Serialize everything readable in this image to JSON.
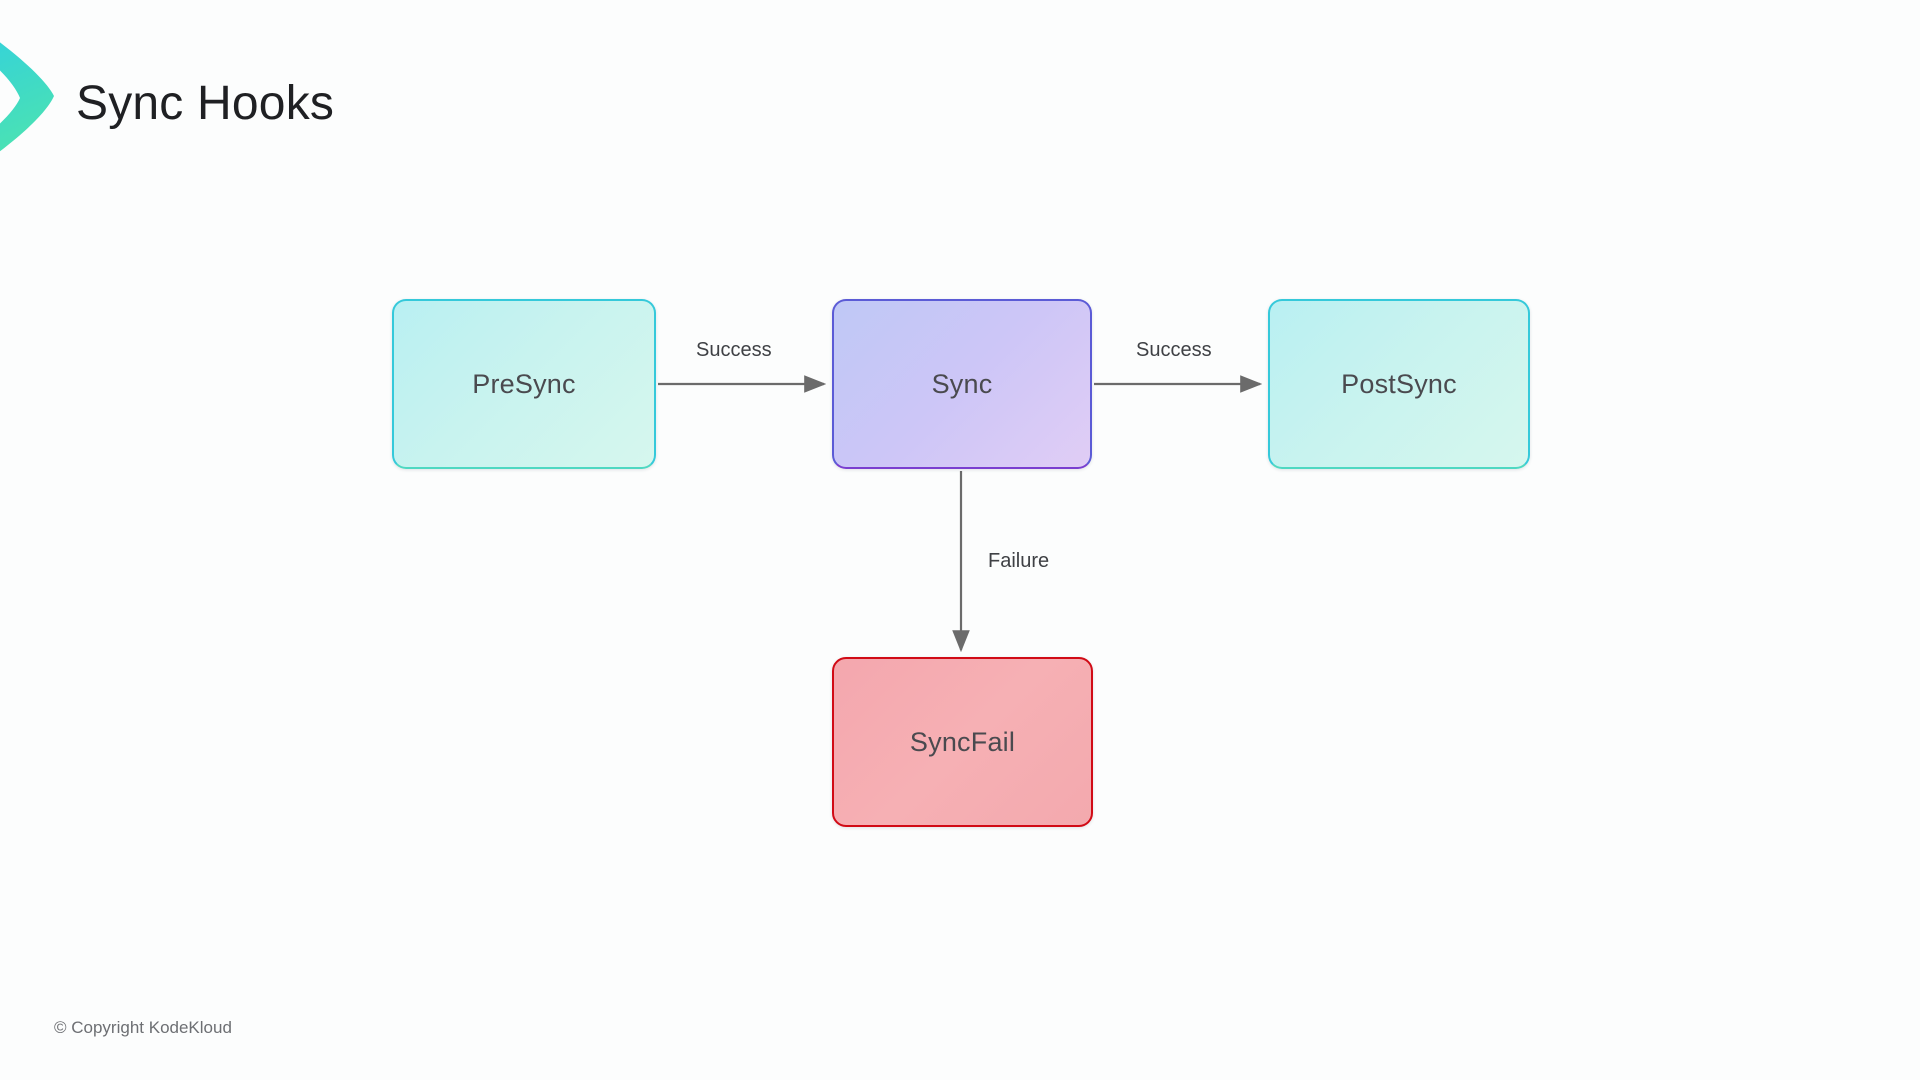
{
  "header": {
    "title": "Sync Hooks",
    "logo_icon": "chevron-logo-icon",
    "logo_gradient_start": "#35d2e8",
    "logo_gradient_end": "#45e0b5"
  },
  "diagram": {
    "type": "flowchart",
    "nodes": [
      {
        "id": "presync",
        "label": "PreSync",
        "fill": "#c9f3ef",
        "border": "#35c9da"
      },
      {
        "id": "sync",
        "label": "Sync",
        "fill": "#cdc9f6",
        "border": "#5b5bd6"
      },
      {
        "id": "postsync",
        "label": "PostSync",
        "fill": "#c9f3ef",
        "border": "#35c9da"
      },
      {
        "id": "syncfail",
        "label": "SyncFail",
        "fill": "#f4abb0",
        "border": "#d10b16"
      }
    ],
    "edges": [
      {
        "from": "presync",
        "to": "sync",
        "label": "Success",
        "direction": "right"
      },
      {
        "from": "sync",
        "to": "postsync",
        "label": "Success",
        "direction": "right"
      },
      {
        "from": "sync",
        "to": "syncfail",
        "label": "Failure",
        "direction": "down"
      }
    ],
    "edge_color": "#6b6b6b"
  },
  "footer": {
    "copyright": "© Copyright KodeKloud"
  }
}
